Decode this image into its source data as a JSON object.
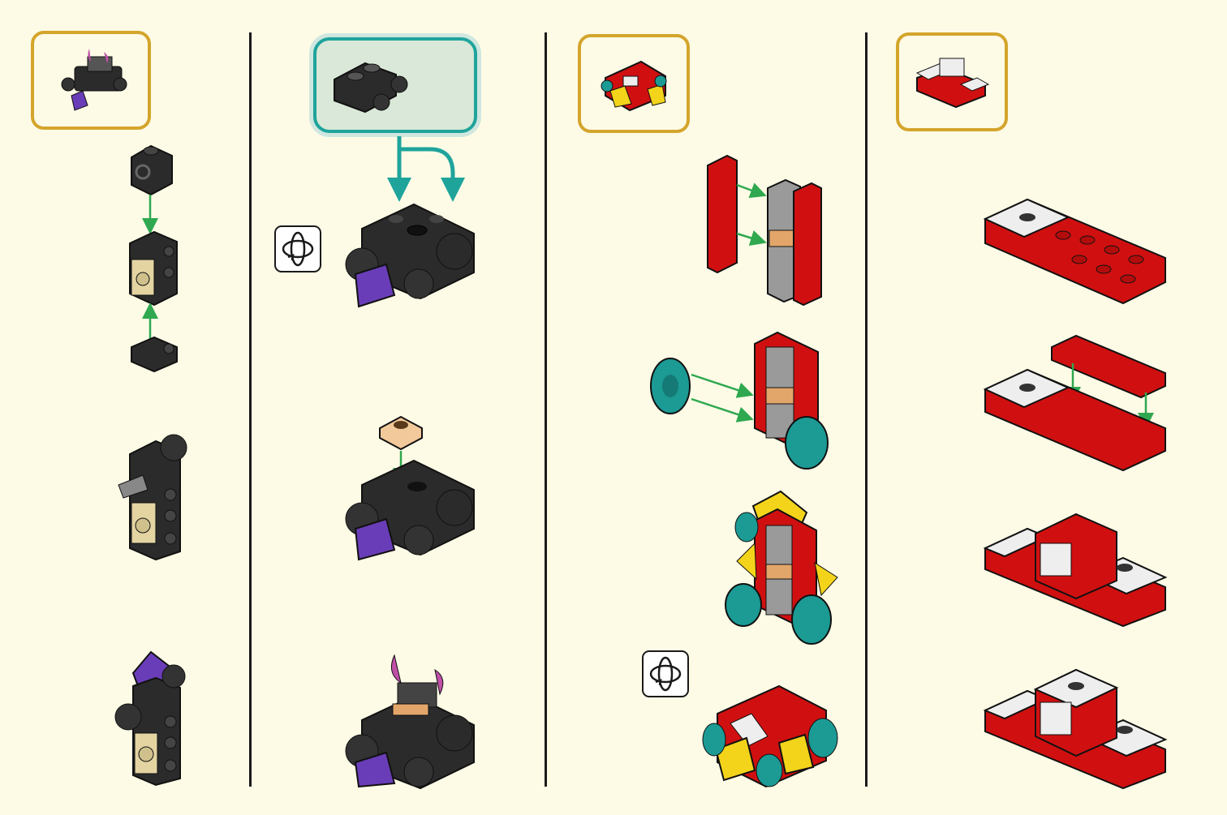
{
  "colors": {
    "background": "#fdfbe6",
    "thumbnail_border": "#d4a52c",
    "callout_border": "#1fa49c",
    "callout_fill": "#d9e8d8",
    "arrow_green": "#2fa84f",
    "brick_black": "#2b2b2b",
    "brick_red": "#d01010",
    "brick_white": "#eeeeee",
    "brick_teal": "#1c9a94",
    "brick_yellow": "#f3d41a",
    "brick_purple": "#6a3db8",
    "brick_tan": "#e3d4a2",
    "brick_pink": "#c04fa8"
  },
  "icons": [
    "rotate-model-icon",
    "completed-model-thumbnail",
    "subassembly-callout"
  ],
  "columns": [
    {
      "id": "col-1",
      "model": "black-vehicle-front",
      "steps": 3
    },
    {
      "id": "col-2",
      "model": "black-vehicle-body",
      "steps": 3
    },
    {
      "id": "col-3",
      "model": "red-vehicle",
      "steps": 4
    },
    {
      "id": "col-4",
      "model": "red-white-base",
      "steps": 4
    }
  ]
}
